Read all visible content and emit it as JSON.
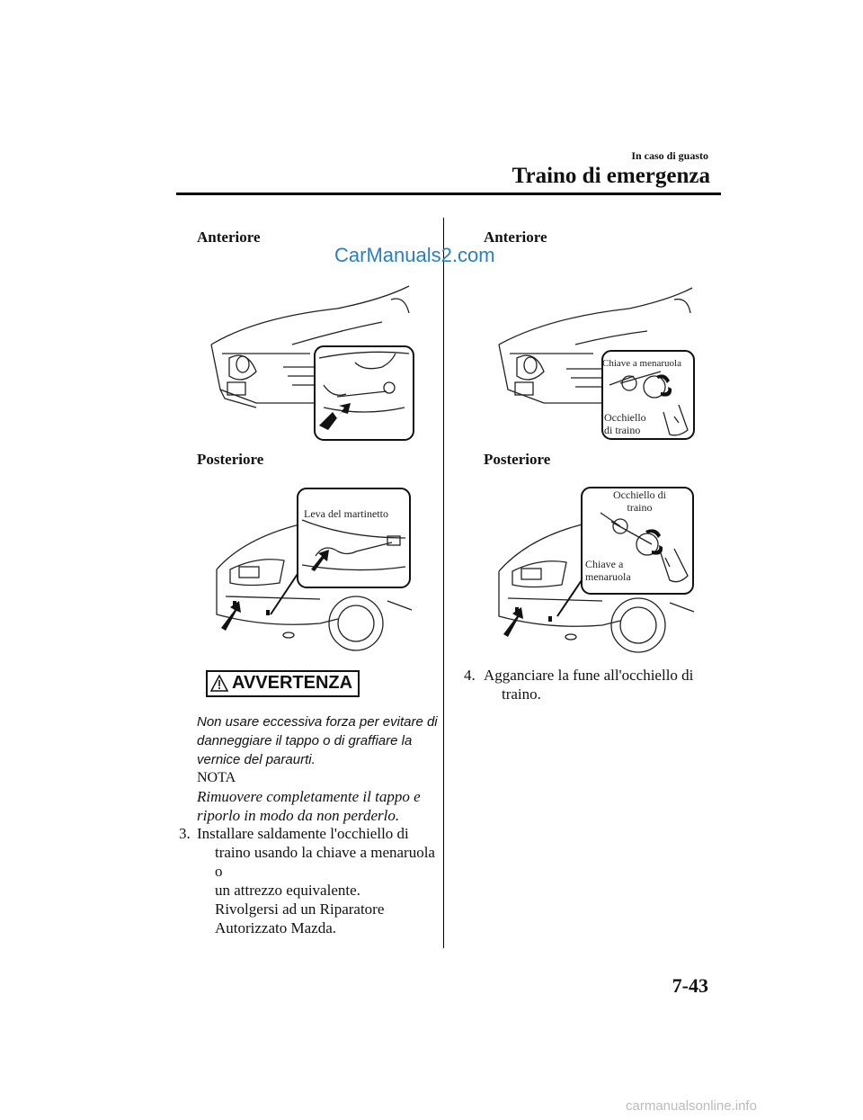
{
  "header": {
    "section": "In caso di guasto",
    "title": "Traino di emergenza"
  },
  "watermark_top": "CarManuals2.com",
  "watermark_bottom": "carmanualsonline.info",
  "left": {
    "front_label": "Anteriore",
    "rear_label": "Posteriore",
    "rear_callout": "Leva del martinetto",
    "warning": {
      "title": "AVVERTENZA",
      "text_lines": [
        "Non usare eccessiva forza per evitare di",
        "danneggiare il tappo o di graffiare la",
        "vernice del paraurti."
      ]
    },
    "note": {
      "title": "NOTA",
      "lines": [
        "Rimuovere completamente il tappo e",
        "riporlo in modo da non perderlo."
      ]
    },
    "step3": {
      "number": "3.",
      "lines": [
        "Installare saldamente l'occhiello di",
        "traino usando la chiave a menaruola o",
        "un attrezzo equivalente.",
        "Rivolgersi ad un Riparatore",
        "Autorizzato Mazda."
      ]
    }
  },
  "right": {
    "front_label": "Anteriore",
    "front_callout_wrench": "Chiave a menaruola",
    "front_callout_eye_1": "Occhiello",
    "front_callout_eye_2": "di traino",
    "rear_label": "Posteriore",
    "rear_callout_eye_1": "Occhiello di",
    "rear_callout_eye_2": "traino",
    "rear_callout_wrench_1": "Chiave a",
    "rear_callout_wrench_2": "menaruola",
    "step4": {
      "number": "4.",
      "lines": [
        "Agganciare la fune all'occhiello di",
        "traino."
      ]
    }
  },
  "page_number": "7-43",
  "colors": {
    "watermark": "#2a7fc4",
    "rule": "#000000"
  }
}
